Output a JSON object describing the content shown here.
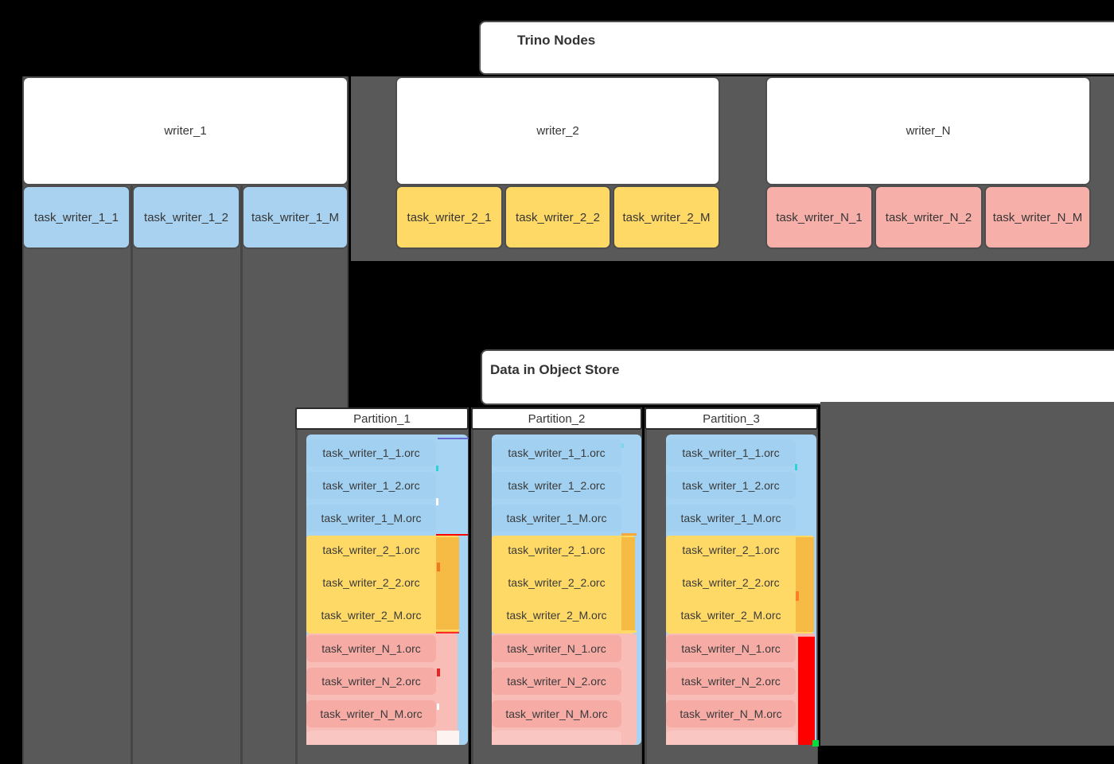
{
  "panels": {
    "trino_title": "Trino Nodes",
    "store_title": "Data in Object Store"
  },
  "writers": [
    {
      "name": "writer_1",
      "color_key": "blue",
      "tasks": [
        "task_writer_1_1",
        "task_writer_1_2",
        "task_writer_1_M"
      ]
    },
    {
      "name": "writer_2",
      "color_key": "yellow",
      "tasks": [
        "task_writer_2_1",
        "task_writer_2_2",
        "task_writer_2_M"
      ]
    },
    {
      "name": "writer_N",
      "color_key": "pink",
      "tasks": [
        "task_writer_N_1",
        "task_writer_N_2",
        "task_writer_N_M"
      ]
    }
  ],
  "partitions": [
    {
      "name": "Partition_1",
      "files": [
        "task_writer_1_1.orc",
        "task_writer_1_2.orc",
        "task_writer_1_M.orc",
        "task_writer_2_1.orc",
        "task_writer_2_2.orc",
        "task_writer_2_M.orc",
        "task_writer_N_1.orc",
        "task_writer_N_2.orc",
        "task_writer_N_M.orc"
      ]
    },
    {
      "name": "Partition_2",
      "files": [
        "task_writer_1_1.orc",
        "task_writer_1_2.orc",
        "task_writer_1_M.orc",
        "task_writer_2_1.orc",
        "task_writer_2_2.orc",
        "task_writer_2_M.orc",
        "task_writer_N_1.orc",
        "task_writer_N_2.orc",
        "task_writer_N_M.orc"
      ]
    },
    {
      "name": "Partition_3",
      "files": [
        "task_writer_1_1.orc",
        "task_writer_1_2.orc",
        "task_writer_1_M.orc",
        "task_writer_2_1.orc",
        "task_writer_2_2.orc",
        "task_writer_2_M.orc",
        "task_writer_N_1.orc",
        "task_writer_N_2.orc",
        "task_writer_N_M.orc"
      ]
    }
  ],
  "colors": {
    "background": "#000000",
    "panel_gray": "#595959",
    "seam_gray": "#454545",
    "box_border": "#4d4d4d",
    "header_border": "#2b2b2b",
    "blue": "#a1d0f0",
    "blue_block": "#a7d4f2",
    "yellow": "#ffd966",
    "yellow_strip": "#f5bb45",
    "pink": "#f6aba5",
    "pink_block": "#f9bdb7",
    "pink_partial": "#fac6c1",
    "white_strip": "#fdf3f1",
    "red": "#fe0000",
    "green": "#00e03c",
    "text": "#333333"
  }
}
